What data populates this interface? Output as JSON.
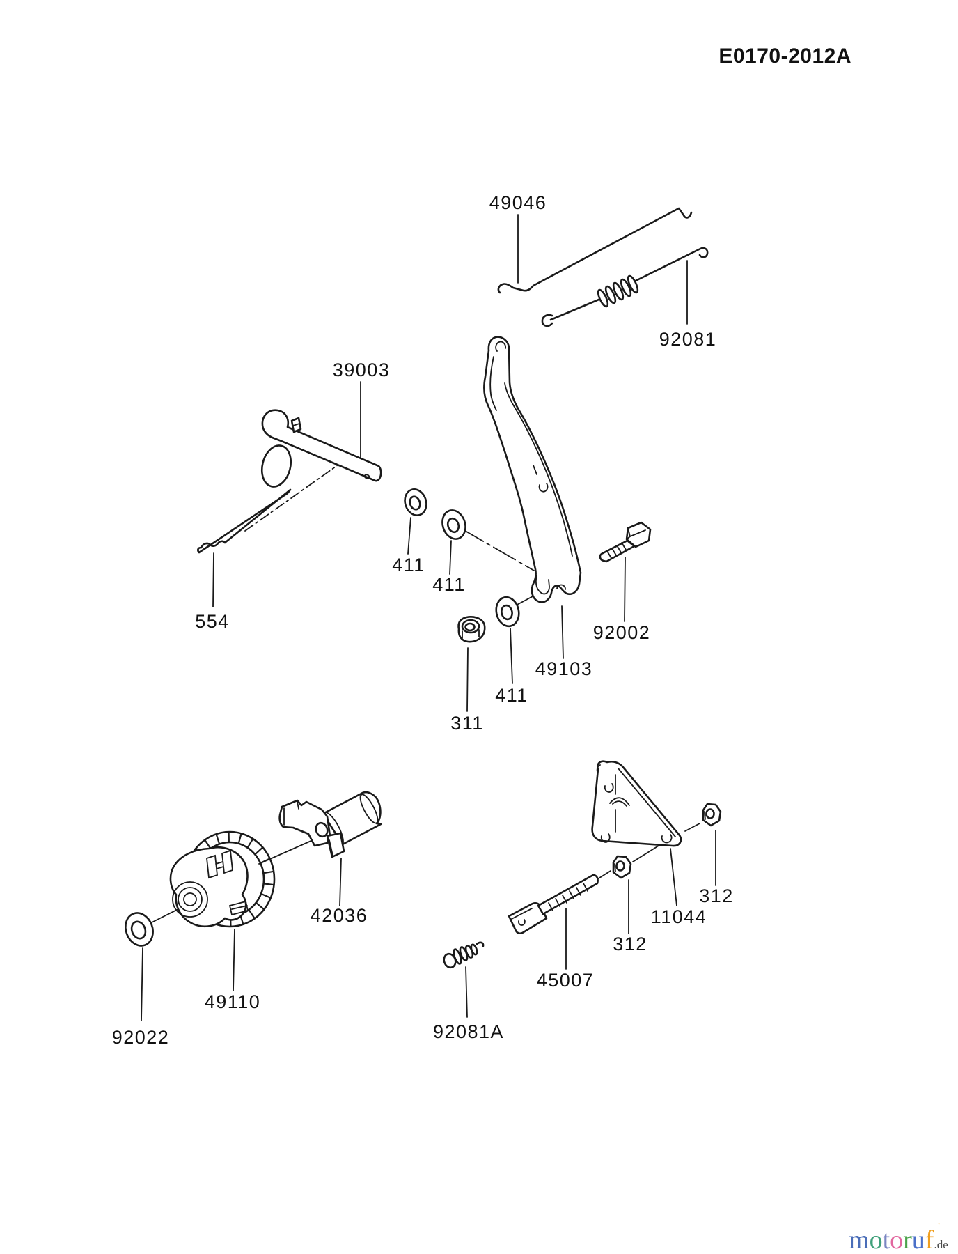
{
  "page": {
    "drawing_code": "E0170-2012A",
    "background": "#ffffff",
    "line_color": "#1a1a1a"
  },
  "labels": {
    "p49046": "49046",
    "p92081": "92081",
    "p39003": "39003",
    "p554": "554",
    "p411_a": "411",
    "p411_b": "411",
    "p411_c": "411",
    "p311": "311",
    "p92002": "92002",
    "p49103": "49103",
    "p42036": "42036",
    "p49110": "49110",
    "p92022": "92022",
    "p312_a": "312",
    "p312_b": "312",
    "p11044": "11044",
    "p45007": "45007",
    "p92081a": "92081A"
  },
  "watermark": {
    "letters": [
      {
        "ch": "m",
        "color": "#4a6db8"
      },
      {
        "ch": "o",
        "color": "#3fa07a"
      },
      {
        "ch": "t",
        "color": "#7b86c2"
      },
      {
        "ch": "o",
        "color": "#e2679f"
      },
      {
        "ch": "r",
        "color": "#4aa24a"
      },
      {
        "ch": "u",
        "color": "#4a6fc8"
      },
      {
        "ch": "f",
        "color": "#f09f1f"
      }
    ],
    "tick": {
      "ch": "'",
      "color": "#f09f1f"
    },
    "suffix": {
      "text": ".de",
      "color": "#4a4a4a"
    }
  }
}
